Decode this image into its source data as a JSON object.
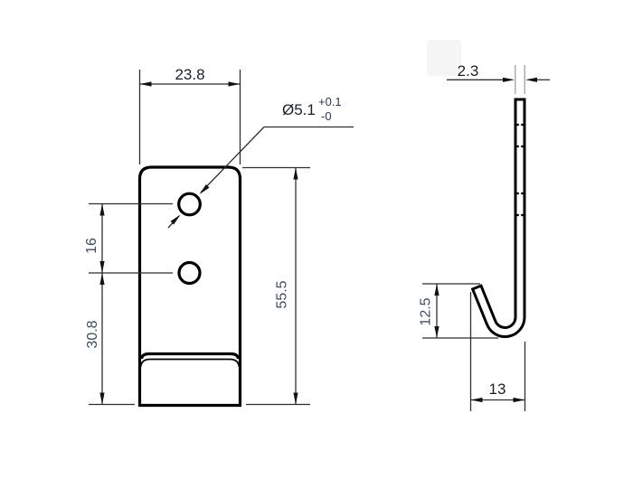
{
  "drawing": {
    "type": "2D technical drawing, sheet-metal J-hook bracket, two orthographic views",
    "front_view": {
      "width_dim": "23.8",
      "hole_pitch_dim": "16",
      "hole_to_bottom_dim": "30.8",
      "height_dim": "55.5",
      "hole_callout": {
        "diameter": "Ø5.1",
        "tol_upper": "+0.1",
        "tol_lower": "-0"
      }
    },
    "side_view": {
      "thickness_dim": "2.3",
      "hook_depth_dim": "12.5",
      "hook_width_dim": "13"
    },
    "colors": {
      "outline": "#000000",
      "dimension_lines": "#2f2f2f",
      "extension_lines_light": "#9a9a9a",
      "dimension_text": "#18202c",
      "rotated_dimension_text": "#3d4d66",
      "background": "#ffffff"
    }
  }
}
